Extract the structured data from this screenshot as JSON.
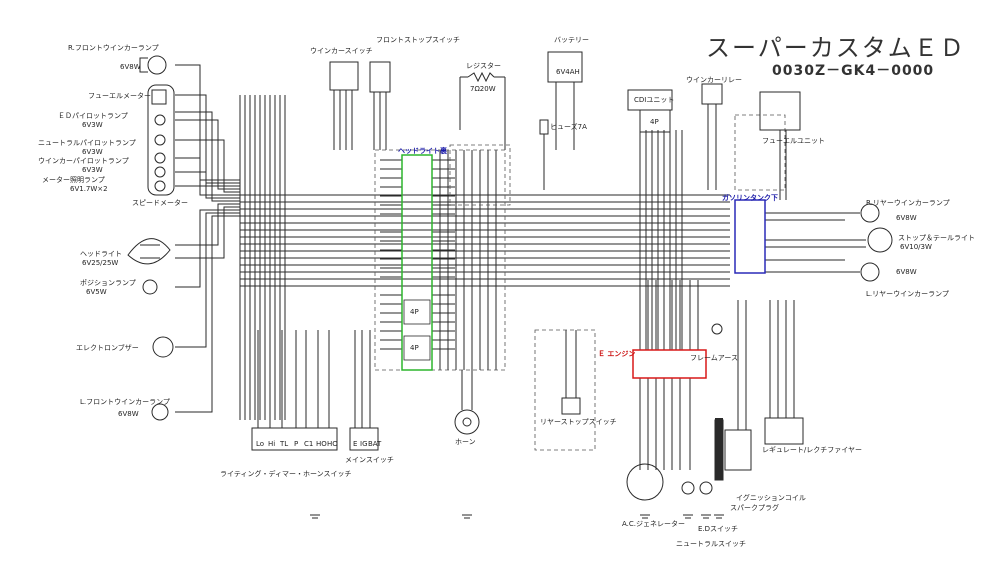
{
  "title": "スーパーカスタムＥＤ",
  "part_number": "0030Z－GK4－0000",
  "components": {
    "r_front_winker": "R.フロントウインカーランプ",
    "r_front_winker_spec": "6V8W",
    "fuel_meter": "フューエルメーター",
    "ed_pilot": "ＥＤパイロットランプ",
    "ed_pilot_spec": "6V3W",
    "neutral_pilot": "ニュートラルパイロットランプ",
    "neutral_pilot_spec": "6V3W",
    "winker_pilot": "ウインカーパイロットランプ",
    "winker_pilot_spec": "6V3W",
    "meter_light": "メーター照明ランプ",
    "meter_light_spec": "6V1.7W×2",
    "speedometer": "スピードメーター",
    "headlight": "ヘッドライト",
    "headlight_spec": "6V25/25W",
    "position_lamp": "ポジションランプ",
    "position_lamp_spec": "6V5W",
    "electro_buzzer": "エレクトロンブザー",
    "l_front_winker": "L.フロントウインカーランプ",
    "l_front_winker_spec": "6V8W",
    "lighting_switch": "ライティング・ディマー・ホーンスイッチ",
    "main_switch": "メインスイッチ",
    "winker_switch": "ウインカースイッチ",
    "front_stop_switch": "フロントストップスイッチ",
    "resistor": "レジスター",
    "resistor_spec": "7Ω20W",
    "battery": "バッテリー",
    "battery_spec": "6V4AH",
    "fuse": "ヒューズ7A",
    "cdi_unit": "CDIユニット",
    "winker_relay": "ウインカーリレー",
    "fuel_unit": "フューエルユニット",
    "r_rear_winker": "R.リヤーウインカーランプ",
    "r_rear_winker_spec": "6V8W",
    "stop_tail": "ストップ＆テールライト",
    "stop_tail_spec": "6V10/3W",
    "l_rear_winker": "L.リヤーウインカーランプ",
    "l_rear_winker_spec": "6V8W",
    "horn": "ホーン",
    "rear_stop_switch": "リヤーストップスイッチ",
    "frame_earth": "フレームアース",
    "regulator": "レギュレート/レクチファイヤー",
    "ignition_coil": "イグニッションコイル",
    "spark_plug": "スパークプラグ",
    "ac_generator": "A.C.ジェネレーター",
    "ed_switch": "E.Dスイッチ",
    "neutral_switch": "ニュートラルスイッチ"
  },
  "highlights": {
    "headlight_inner": "ヘッドライト裏",
    "gas_tank_under": "ガソリンタンク下",
    "engine": "Ｅ エンジン"
  },
  "connector_labels": {
    "c4p_a": "4P",
    "c4p_b": "4P",
    "c4p_cdi": "4P"
  },
  "switch_labels": {
    "lighting": [
      "Lo",
      "Hi",
      "TL",
      "P",
      "C1",
      "HO",
      "HO"
    ],
    "main": [
      "E",
      "IG",
      "BAT"
    ]
  },
  "colors": {
    "wire": "#2a2a2a",
    "highlight_green": "#2db52d",
    "highlight_blue": "#2a2ab8",
    "highlight_red": "#d81818"
  }
}
